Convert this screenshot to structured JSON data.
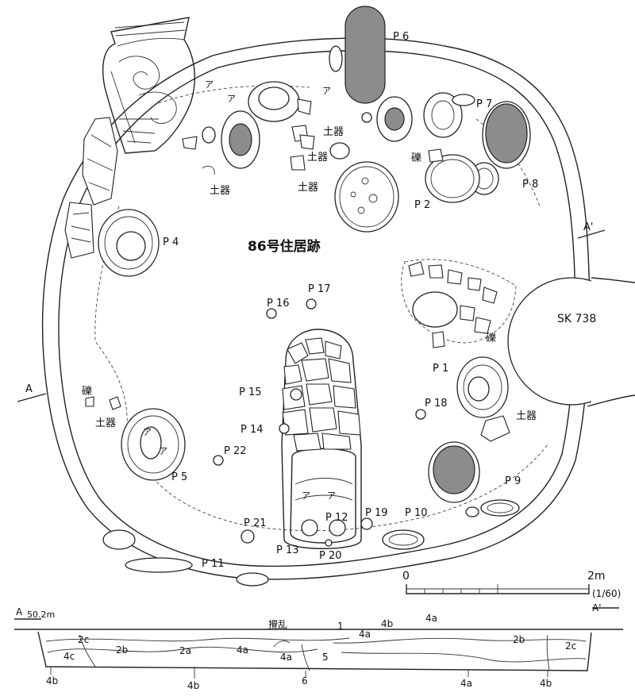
{
  "title": "86号住居跡",
  "feature_sk": "SK 738",
  "pits": {
    "p1": "P 1",
    "p2": "P 2",
    "p4": "P 4",
    "p5": "P 5",
    "p6": "P 6",
    "p7": "P 7",
    "p8": "P 8",
    "p9": "P 9",
    "p10": "P 10",
    "p11": "P 11",
    "p12": "P 12",
    "p13": "P 13",
    "p14": "P 14",
    "p15": "P 15",
    "p16": "P 16",
    "p17": "P 17",
    "p18": "P 18",
    "p19": "P 19",
    "p20": "P 20",
    "p21": "P 21",
    "p22": "P 22"
  },
  "finds": {
    "pottery": "土器",
    "gravel": "礫",
    "a": "ア"
  },
  "section_markers": {
    "a_left": "A",
    "a_right": "A'",
    "a_section_left": "A",
    "a_section_right": "A'",
    "elevation": "50.2m",
    "disturbed": "攪乱"
  },
  "layers": {
    "l1": "1",
    "l2a": "2a",
    "l2b": "2b",
    "l2c": "2c",
    "l4a": "4a",
    "l4b": "4b",
    "l4c": "4c",
    "l5": "5",
    "l6": "6"
  },
  "scale": {
    "zero": "0",
    "max": "2m",
    "ratio": "(1/60)"
  },
  "colors": {
    "ink": "#222222",
    "shade": "#8c8c8c"
  }
}
